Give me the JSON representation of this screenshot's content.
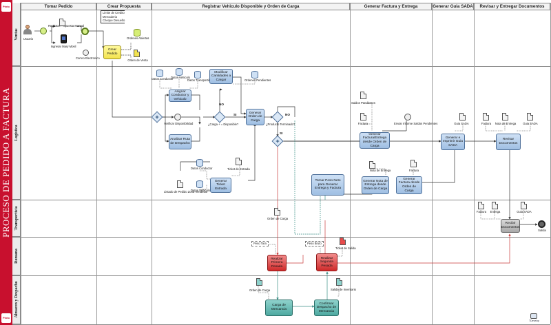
{
  "pool": {
    "title": "PROCESO DE PEDIDO A FACTURA",
    "logo": "Pinto"
  },
  "lanes": [
    "Ventas",
    "Logistica",
    "Transportista",
    "Romana",
    "Almacen y Despacho"
  ],
  "columns": [
    "Tomar Pedido",
    "Crear Propuesta",
    "Registrar Vehiculo Disponible y Orden de Carga",
    "Generar Factura y Entrega",
    "Generar Guia SADA",
    "Revisar y Entregar Documentos"
  ],
  "ventas": {
    "actor": "Usuario",
    "task_propuesta_manual": "Registrar Propuesta Manual",
    "task_mary_movil": "Ingresar Mary Movil",
    "correo": "Correo Electronico",
    "checklist": [
      "Limite de Credito",
      "Mercaderia",
      "Cheque Devuelto"
    ],
    "crear_pedido": "Crear Pedido",
    "ordenes_abiertas": "Ordenes Abiertas",
    "orden_venta": "Orden de Venta"
  },
  "logistica": {
    "datos_conductor": "Datos Conductor",
    "datos_vehiculo": "Datos Vehiculo",
    "datos_transportista": "Datos Transportista",
    "asignar": "Asignar Conductor y Vehiculo",
    "modificar": "Modificar Cantidades a Cargar",
    "ordenes_pendientes": "Ordenes Pendientes",
    "verificar": "Verificar Disponibilidad",
    "carga_disponible": "¿Carga + = Disponible?",
    "no": "NO",
    "si": "SI",
    "generar_orden": "Generar Orden de Carga",
    "producto_terminado": "¿Producto Terminado?",
    "analizar": "Analizar Ruta de Despacho",
    "datos_conductor_2": "Datos Conductor",
    "ticket_entrada": "Ticket de Entrada",
    "generar_ticket": "Generar Ticket Entrada",
    "listado_pedido": "Listado de Pedido Zona-Vendedor",
    "datos_vehiculo_2": "Datos Vehiculo",
    "tomar_peso": "Tomar Peso Neto para Generar Entrega y Factura",
    "saldos_pendientes": "Saldos Pendientes",
    "factura": "Factura",
    "enviar_informe": "Enviar Informe Saldos Pendientes",
    "generar_factura_entrega": "Generar Factura/Entrega desde Orden de Carga",
    "nota_entrega": "Nota de Entrega",
    "factura_2": "Factura",
    "generar_nota": "Generar Nota de Entrega desde Orden de Carga",
    "generar_factura_orden": "Generar Factura desde Orden de Carga",
    "guia_sada": "Guia SADA",
    "generar_guia": "Generar e Imprimir Guia SADA",
    "rev_factura": "Factura",
    "rev_nota": "Nota de Entrega",
    "rev_guia": "Guia SADA",
    "revisar": "Revisar Documentos"
  },
  "transportista": {
    "orden_carga": "Orden de Carga",
    "factura": "Factura",
    "entrega": "Entrega",
    "guia_sada": "Guia SADA",
    "recibir": "Recibir Documentos",
    "salida": "Salida"
  },
  "romana": {
    "peso_tara": "Peso Tara",
    "primera": "Realizar Primera Pesada",
    "peso_bruto": "Peso Bruto",
    "ticket_salida": "Ticket de Salida",
    "segunda": "Realizar Segunda Pesada"
  },
  "almacen": {
    "orden_carga": "Orden de Carga",
    "carga": "Carga de Mercancia",
    "salida_inventario": "Salida de Inventario",
    "confirmar": "Confirmar Despacho de Mercancia"
  },
  "watermark": "TDevelop"
}
